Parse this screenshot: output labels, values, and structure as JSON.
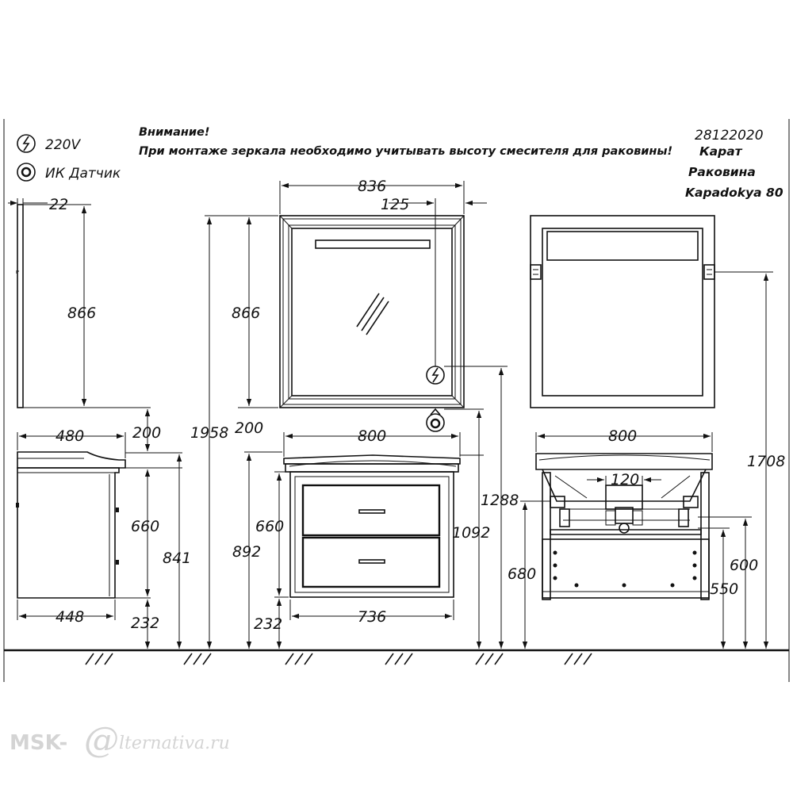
{
  "legend": {
    "power_label": "220V",
    "sensor_label": "ИК Датчик"
  },
  "warning": {
    "title": "Внимание!",
    "text": "При монтаже зеркала необходимо учитывать высоту смесителя для раковины!"
  },
  "product": {
    "code": "28122020",
    "series": "Карат",
    "sink_label": "Раковина",
    "sink_model": "Kapadokya 80"
  },
  "dimensions": {
    "mirror_side_depth": "22",
    "mirror_side_height": "866",
    "mirror_width": "836",
    "mirror_socket_offset": "125",
    "mirror_front_height": "866",
    "overall_height": "1958",
    "gap_mirror_side": "200",
    "gap_mirror_front": "200",
    "sink_depth": "480",
    "cabinet_depth": "448",
    "side_cabinet_height": "660",
    "side_total_height": "841",
    "side_floor_gap": "232",
    "front_sink_width": "800",
    "front_cabinet_height": "660",
    "front_total_height": "892",
    "front_floor_gap": "232",
    "front_cabinet_width": "736",
    "socket_height": "1288",
    "sink_top_height": "1092",
    "rear_sink_width": "800",
    "rear_siphon_width": "120",
    "rear_height_680": "680",
    "rear_height_600": "600",
    "rear_height_550": "550",
    "rear_mount_height": "1708"
  },
  "watermark": {
    "brand_left": "MSK-",
    "brand_letter": "@",
    "brand_right": "lternativa.ru"
  }
}
